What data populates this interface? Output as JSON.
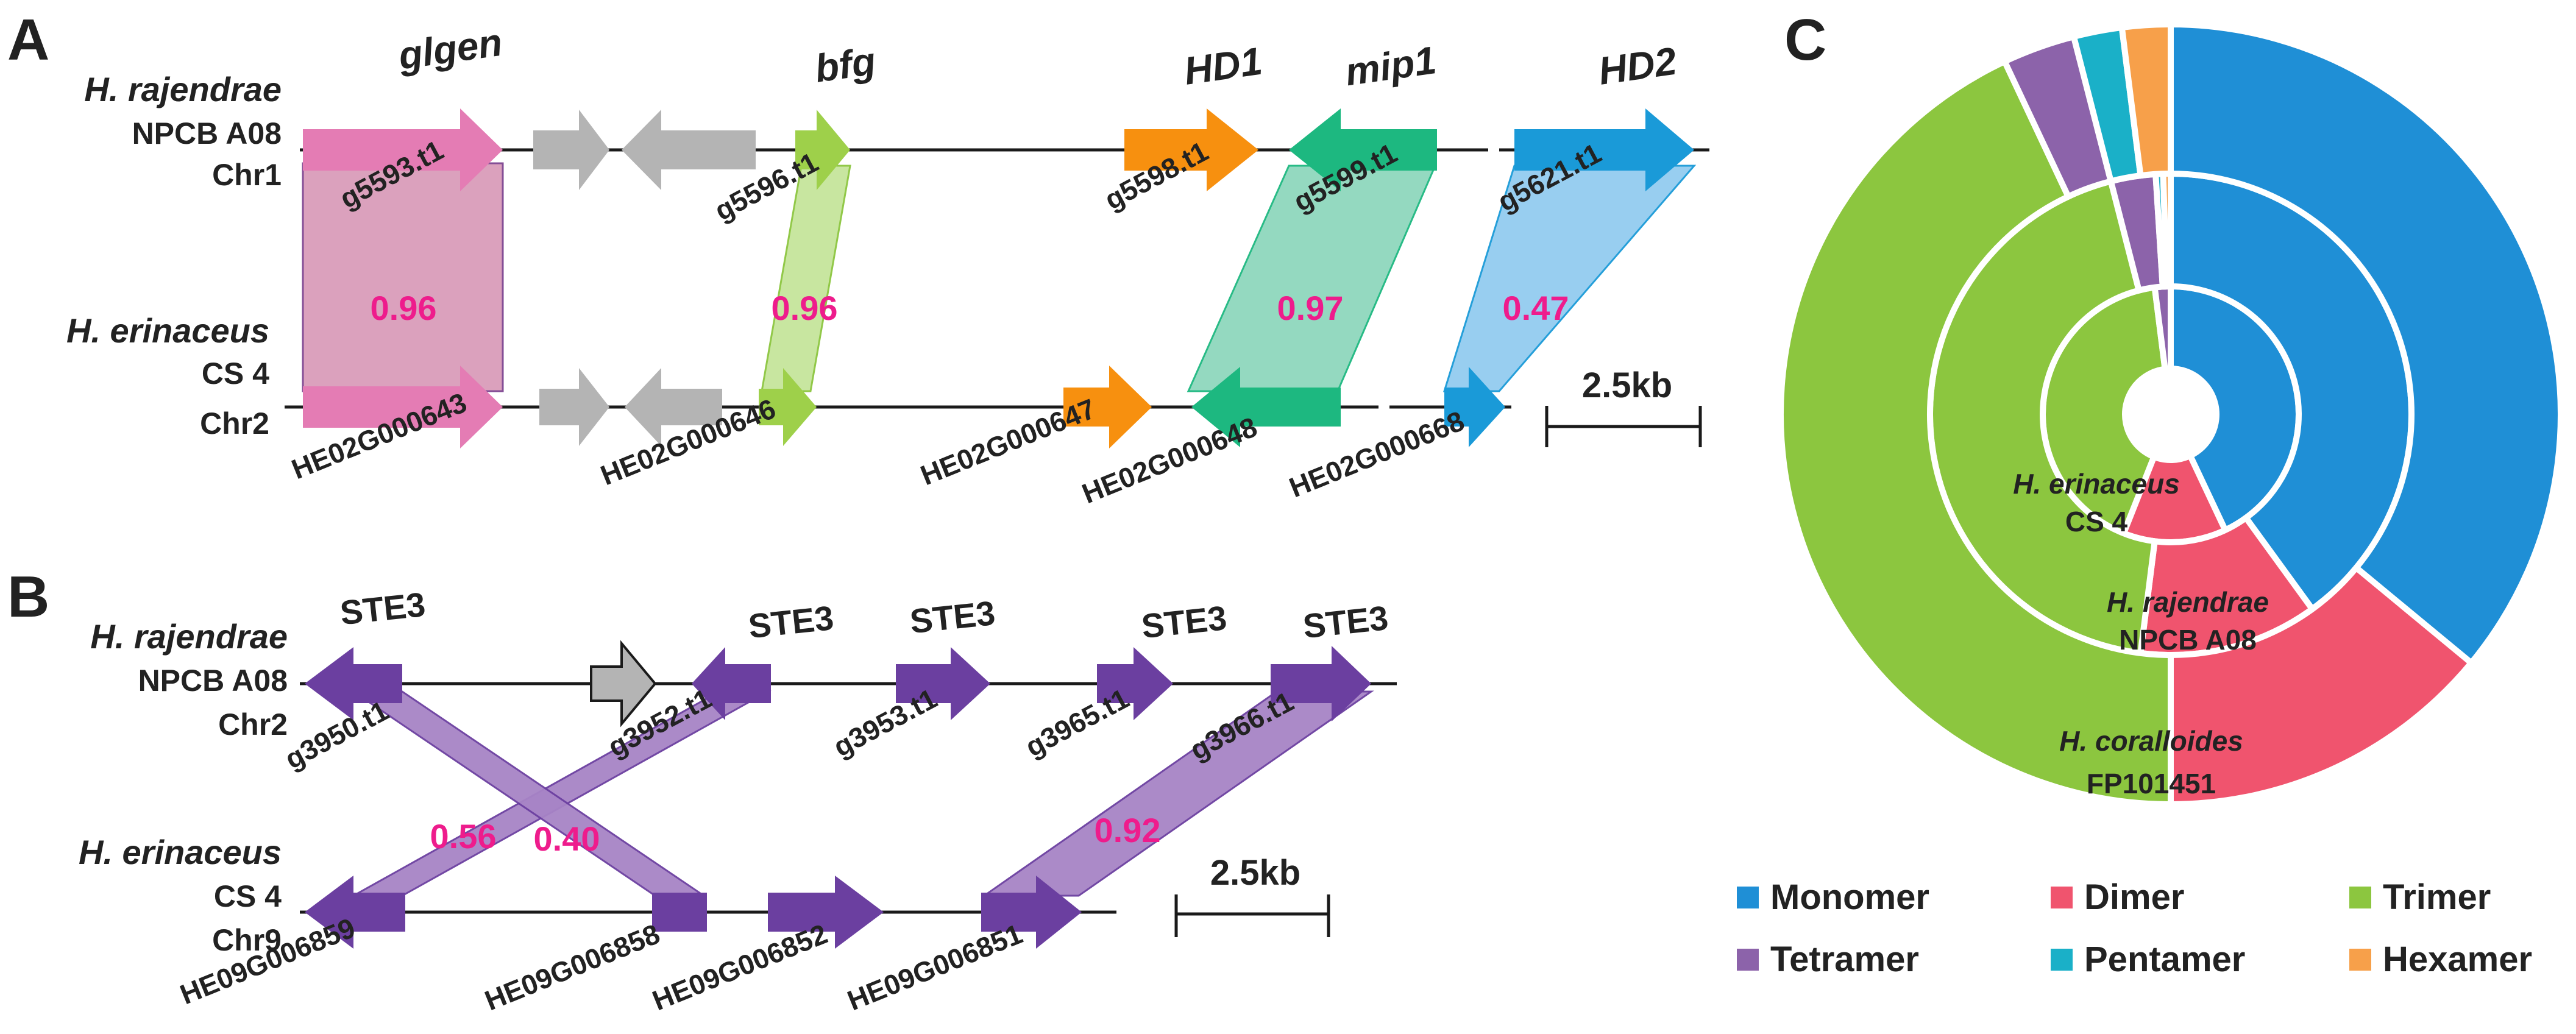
{
  "panels": {
    "a": "A",
    "b": "B",
    "c": "C"
  },
  "panel_a": {
    "top": {
      "species": "H. rajendrae",
      "strain": "NPCB A08",
      "chrom": "Chr1"
    },
    "bottom": {
      "species": "H. erinaceus",
      "strain": "CS 4",
      "chrom": "Chr2"
    },
    "gene_names": {
      "glgen": "glgen",
      "bfg": "bfg",
      "hd1": "HD1",
      "mip1": "mip1",
      "hd2": "HD2"
    },
    "top_ids": {
      "g1": "g5593.t1",
      "g2": "g5596.t1",
      "g3": "g5598.t1",
      "g4": "g5599.t1",
      "g5": "g5621.t1"
    },
    "bottom_ids": {
      "g1": "HE02G000643",
      "g2": "HE02G000646",
      "g3": "HE02G000647",
      "g4": "HE02G000648",
      "g5": "HE02G000668"
    },
    "identities": {
      "glgen": "0.96",
      "bfg": "0.96",
      "mip1": "0.97",
      "hd2": "0.47"
    },
    "scale": "2.5kb"
  },
  "panel_b": {
    "top": {
      "species": "H. rajendrae",
      "strain": "NPCB A08",
      "chrom": "Chr2"
    },
    "bottom": {
      "species": "H. erinaceus",
      "strain": "CS 4",
      "chrom": "Chr9"
    },
    "gene_name": "STE3",
    "top_ids": {
      "g1": "g3950.t1",
      "g2": "g3952.t1",
      "g3": "g3953.t1",
      "g4": "g3965.t1",
      "g5": "g3966.t1"
    },
    "bottom_ids": {
      "g1": "HE09G006859",
      "g2": "HE09G006858",
      "g3": "HE09G006852",
      "g4": "HE09G006851"
    },
    "identities": {
      "a": "0.56",
      "b": "0.40",
      "c": "0.92"
    },
    "scale": "2.5kb"
  },
  "colors": {
    "monomer": "#1f8fd6",
    "dimer": "#f0546e",
    "trimer": "#8cc63f",
    "tetramer": "#8c63aa",
    "pentamer": "#1ab0c8",
    "hexamer": "#f7a04a",
    "glgen": "#e47cb4",
    "bfg": "#9ed04a",
    "hd1": "#f7900f",
    "mip1": "#1db880",
    "hd2": "#1a9ad8",
    "ste3": "#6b3fa0",
    "grey": "#b4b4b4",
    "identity_text": "#ee1c8c"
  },
  "chart_data": {
    "type": "pie",
    "subtype": "nested-donut",
    "categories": [
      "Monomer",
      "Dimer",
      "Trimer",
      "Tetramer",
      "Pentamer",
      "Hexamer"
    ],
    "rings": [
      {
        "label_species": "H. erinaceus",
        "label_strain": "CS 4",
        "values": [
          0.43,
          0.13,
          0.42,
          0.02,
          0.0,
          0.0
        ]
      },
      {
        "label_species": "H. rajendrae",
        "label_strain": "NPCB A08",
        "values": [
          0.4,
          0.12,
          0.44,
          0.03,
          0.005,
          0.005
        ]
      },
      {
        "label_species": "H. coralloides",
        "label_strain": "FP101451",
        "values": [
          0.36,
          0.14,
          0.43,
          0.03,
          0.02,
          0.02
        ]
      }
    ],
    "legend": [
      "Monomer",
      "Dimer",
      "Trimer",
      "Tetramer",
      "Pentamer",
      "Hexamer"
    ],
    "legend_position": "bottom"
  }
}
